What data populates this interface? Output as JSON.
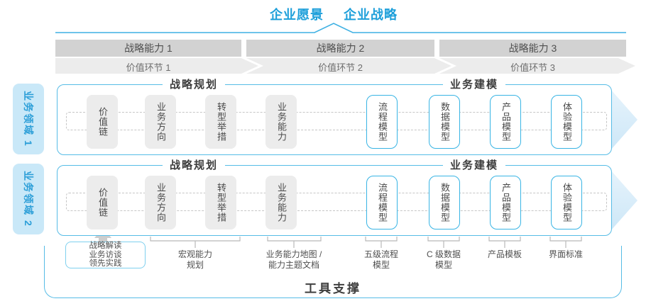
{
  "header": {
    "vision": "企业愿景",
    "strategy": "企业战略"
  },
  "strategic_capabilities": [
    "战略能力 1",
    "战略能力 2",
    "战略能力 3"
  ],
  "value_links": [
    "价值环节 1",
    "价值环节 2",
    "价值环节 3"
  ],
  "business_domains": [
    "业务领域 1",
    "业务领域 2"
  ],
  "rows": [
    {
      "planning_title": "战略规划",
      "modeling_title": "业务建模",
      "planning_boxes": [
        "价值链",
        "业务方向",
        "转型举措",
        "业务能力"
      ],
      "modeling_boxes": [
        "流程模型",
        "数据模型",
        "产品模型",
        "体验模型"
      ]
    },
    {
      "planning_title": "战略规划",
      "modeling_title": "业务建模",
      "planning_boxes": [
        "价值链",
        "业务方向",
        "转型举措",
        "业务能力"
      ],
      "modeling_boxes": [
        "流程模型",
        "数据模型",
        "产品模型",
        "体验模型"
      ]
    }
  ],
  "annotations": {
    "practice": [
      "战略解读",
      "业务访谈",
      "领先实践"
    ],
    "notes": [
      {
        "lines": [
          "宏观能力",
          "规划"
        ]
      },
      {
        "lines": [
          "业务能力地图 /",
          "能力主题文档"
        ]
      },
      {
        "lines": [
          "五级流程",
          "模型"
        ]
      },
      {
        "lines": [
          "C 级数据",
          "模型"
        ]
      },
      {
        "lines": [
          "产品模板"
        ]
      },
      {
        "lines": [
          "界面标准"
        ]
      }
    ]
  },
  "footer": {
    "label": "工具支撑"
  },
  "colors": {
    "accent_blue": "#1d9fda",
    "container_border_blue": "#56bce6",
    "box_border_blue": "#38b4e4",
    "domain_label_bg": "#c9e8f8",
    "capability_bar_gray": "#d2d2d2",
    "value_band_gray": "#ececec",
    "flow_box_gray": "#ececec",
    "big_arrow_blue_top": "#e6f3fc",
    "big_arrow_blue_bottom": "#cde7f7",
    "text_dark": "#4a4a4a"
  }
}
